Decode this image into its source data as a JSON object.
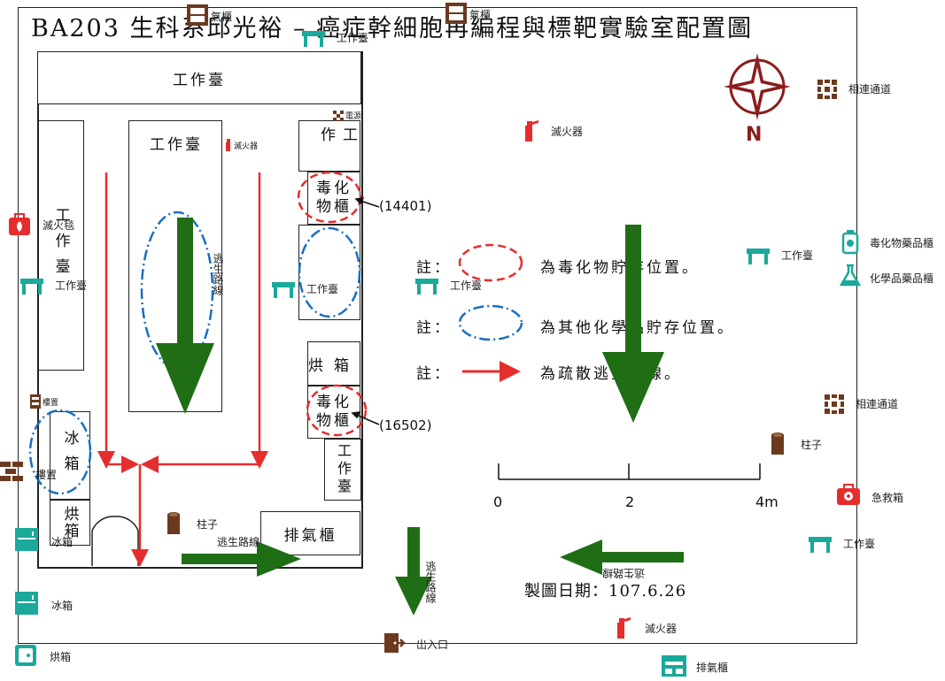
{
  "title": "BA203 生科系邱光裕 – 癌症幹細胞再編程與標靶實驗室配置圖",
  "rooms": {
    "top_bench": "工作臺",
    "left_bench": "工作臺",
    "center_bench": "工作臺",
    "right_bench_top": "工作",
    "toxic_cabinet_1": "毒化物櫃",
    "toxic_cabinet_1_id": "(14401)",
    "oven_1": "烘箱",
    "toxic_cabinet_2": "毒化物櫃",
    "toxic_cabinet_2_id": "(16502)",
    "right_bench_bottom": "工作臺",
    "fridge": "冰箱",
    "oven_2": "烘箱",
    "fume_hood": "排氣櫃"
  },
  "notes": {
    "prefix": "註：",
    "toxic": "為毒化物貯存位置。",
    "chem": "為其他化學品貯存位置。",
    "route": "為疏散逃生路線。"
  },
  "scale": {
    "labels": [
      "0",
      "2",
      "4m"
    ]
  },
  "date": "製圖日期：107.6.26",
  "compass": "N",
  "legend_labels": {
    "water_top1": "氣櫃",
    "water_top2": "氣櫃",
    "bench_top": "工作臺",
    "connect_1": "相連通道",
    "extinguisher_1": "滅火器",
    "fire_blanket": "滅火毯",
    "bench_left": "工作臺",
    "bench_mid1": "工作臺",
    "bench_mid2": "工作臺",
    "bench_right": "工作臺",
    "toxic_storage": "毒化物藥品櫃",
    "chem_storage": "化學品藥品櫃",
    "connect_2": "相連通道",
    "pillar_right": "柱子",
    "first_aid": "急救箱",
    "bench_right2": "工作臺",
    "pillar_left": "柱子",
    "escape_left": "逃生路線",
    "escape_right": "逃生路線",
    "escape_center": "逃生路線",
    "escape_center2": "逃生路線",
    "extinguisher_2": "滅火器",
    "entrance": "出入口",
    "fume_hood_legend": "排氣櫃",
    "fridge_1": "冰箱",
    "fridge_2": "冰箱",
    "oven_legend": "烘箱",
    "sink": "樓置",
    "small_ext": "滅火器",
    "switch_label": "電源",
    "wall_sink": "樓置"
  },
  "colors": {
    "teal": "#1aa99a",
    "red": "#e52d2d",
    "brown": "#6b3a1e",
    "green": "#1f6e16",
    "blue": "#1a6fc0",
    "compass": "#8b1c1c"
  }
}
